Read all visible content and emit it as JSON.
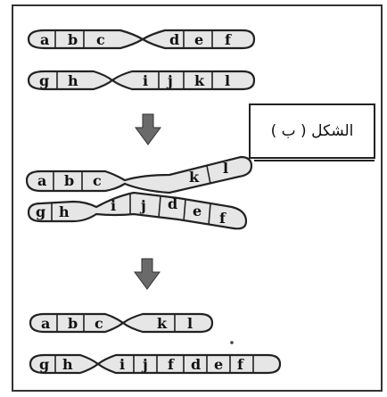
{
  "figure_label": "( ب ) الشكل",
  "rows": [
    {
      "name": "parent-chromosome-1",
      "genes": [
        "a",
        "b",
        "c",
        "d",
        "e",
        "f"
      ]
    },
    {
      "name": "parent-chromosome-2",
      "genes": [
        "g",
        "h",
        "i",
        "j",
        "k",
        "l"
      ]
    },
    {
      "name": "crossing-chromosome-1",
      "genes": [
        "a",
        "b",
        "c",
        "k",
        "l"
      ]
    },
    {
      "name": "crossing-chromosome-2",
      "genes": [
        "g",
        "h",
        "i",
        "j",
        "d",
        "e",
        "f"
      ]
    },
    {
      "name": "result-chromosome-1",
      "genes": [
        "a",
        "b",
        "c",
        "k",
        "l"
      ]
    },
    {
      "name": "result-chromosome-2",
      "genes": [
        "g",
        "h",
        "i",
        "j",
        "f",
        "d",
        "e",
        "f"
      ]
    }
  ],
  "arrow_icons": [
    "down-arrow-icon",
    "down-arrow-icon"
  ]
}
